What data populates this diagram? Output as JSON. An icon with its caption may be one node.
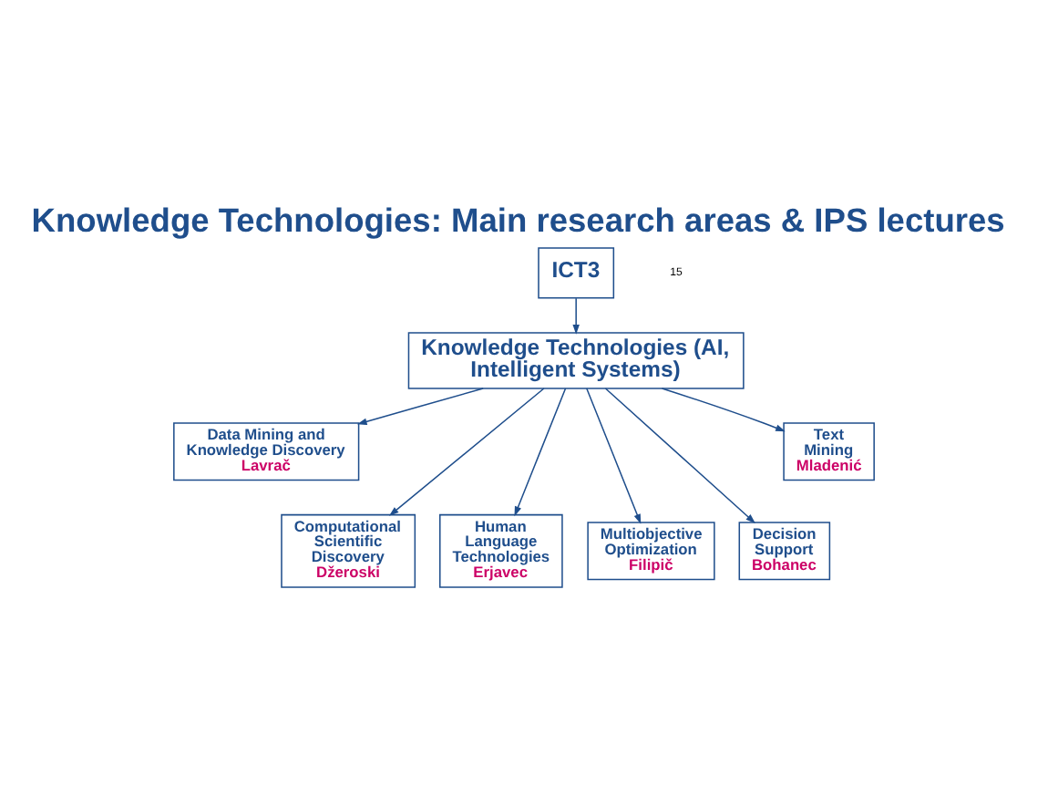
{
  "diagram": {
    "title": "Knowledge Technologies: Main research areas & IPS lectures",
    "nodes": [
      {
        "text": [
          "ICT3"
        ]
      },
      {
        "text": [
          "Knowledge Technologies (AI, Intelligent Systems)"
        ]
      },
      {
        "text": [
          "Data Mining and Knowledge Discovery",
          "Lavrač"
        ]
      },
      {
        "text": [
          "Computational Scientific Discovery",
          "Džeroski"
        ]
      },
      {
        "text": [
          "Human Language Technologies",
          "Erjavec"
        ]
      },
      {
        "text": [
          "Multiobjective Optimization",
          "Filipič"
        ]
      },
      {
        "text": [
          "Decision Support",
          "Bohanec"
        ]
      },
      {
        "text": [
          "Text Mining",
          "Mladenić"
        ]
      }
    ],
    "edges": [
      {
        "from": 0,
        "to": 1,
        "arrow": "to"
      },
      {
        "from": 1,
        "to": 2,
        "arrow": "to"
      },
      {
        "from": 1,
        "to": 3,
        "arrow": "to"
      },
      {
        "from": 1,
        "to": 4,
        "arrow": "to"
      },
      {
        "from": 1,
        "to": 5,
        "arrow": "to"
      },
      {
        "from": 1,
        "to": 6,
        "arrow": "to"
      },
      {
        "from": 1,
        "to": 7,
        "arrow": "to"
      }
    ],
    "labels": [
      "15"
    ]
  }
}
